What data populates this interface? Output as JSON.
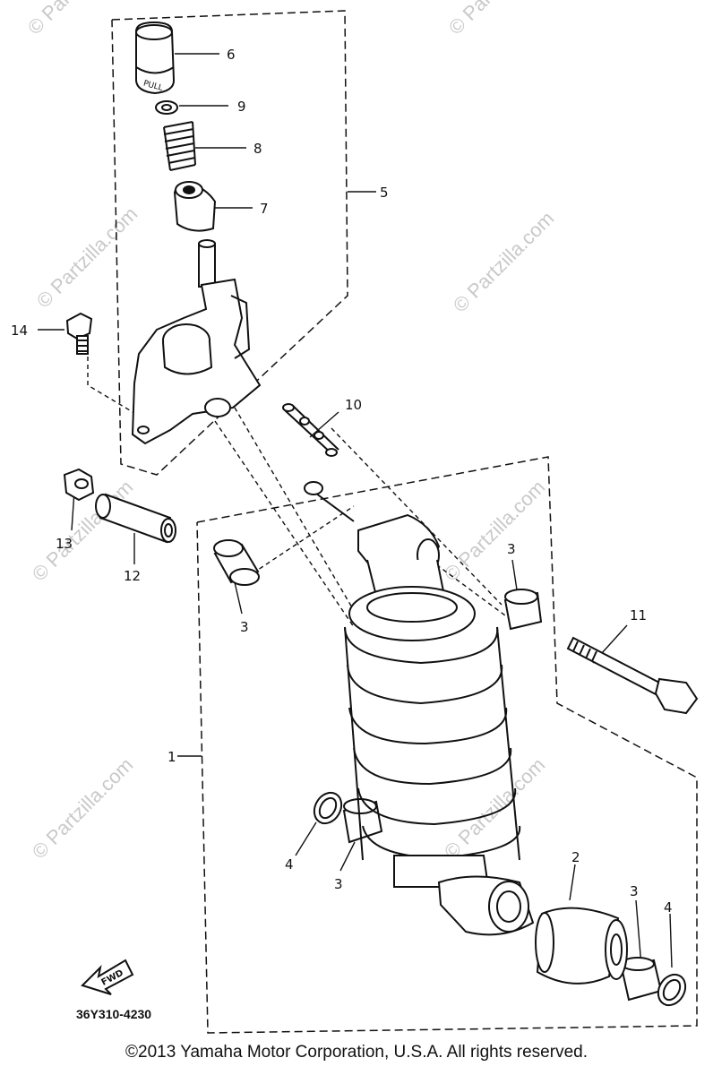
{
  "diagram": {
    "callouts": {
      "c1": "1",
      "c2": "2",
      "c3a": "3",
      "c3b": "3",
      "c3c": "3",
      "c3d": "3",
      "c4a": "4",
      "c4b": "4",
      "c5": "5",
      "c6": "6",
      "c7": "7",
      "c8": "8",
      "c9": "9",
      "c10": "10",
      "c11": "11",
      "c12": "12",
      "c13": "13",
      "c14": "14"
    },
    "fwd_label": "FWD",
    "pull_label": "PULL",
    "diagram_code": "36Y310-4230",
    "watermark": "© Partzilla.com",
    "copyright": "©2013  Yamaha Motor Corporation, U.S.A. All rights reserved."
  }
}
